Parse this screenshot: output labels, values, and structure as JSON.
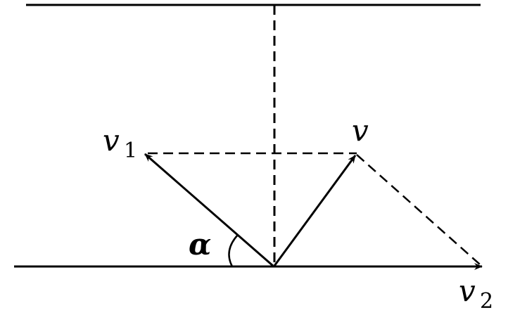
{
  "labels": {
    "v1": "v",
    "v1_sub": "1",
    "v": "v",
    "v2": "v",
    "v2_sub": "2",
    "alpha": "α"
  },
  "colors": {
    "stroke": "#000000",
    "background": "#ffffff"
  }
}
